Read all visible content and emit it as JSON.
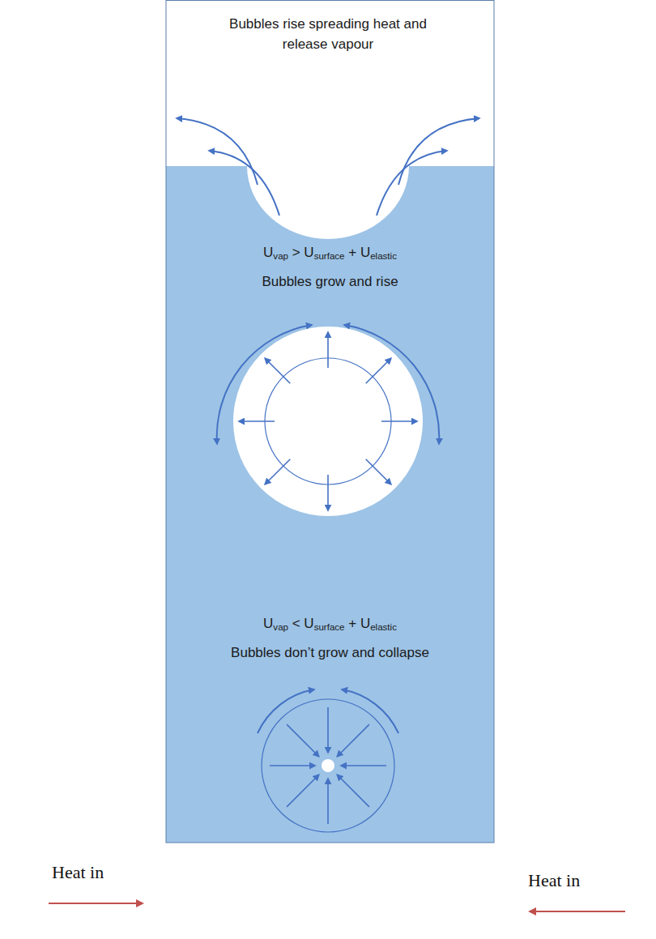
{
  "diagram": {
    "labels": [
      "Bubbles rise spreading heat and release vapour",
      "Uvap > Usurface + Uelastic",
      "Bubbles grow and rise",
      "Uvap < Usurface + Uelastic",
      "Bubbles don’t grow and collapse",
      "Heat in",
      "Heat in"
    ]
  }
}
